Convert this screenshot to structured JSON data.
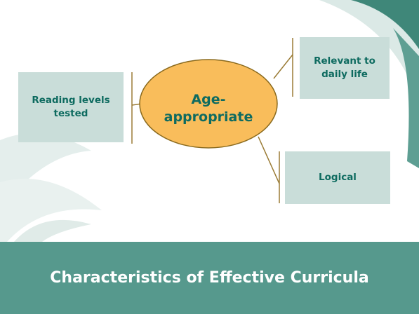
{
  "diagram": {
    "center": "Age-\nappropriate",
    "nodes": [
      {
        "id": "left",
        "label": "Reading levels tested"
      },
      {
        "id": "right-top",
        "label": "Relevant to daily life"
      },
      {
        "id": "right-bottom",
        "label": "Logical"
      }
    ]
  },
  "footer": {
    "title": "Characteristics of Effective Curricula"
  },
  "colors": {
    "ellipse_fill": "#f9bd5b",
    "ellipse_stroke": "#8a6a1e",
    "box_fill": "#c9ddd9",
    "text": "#0e6b60",
    "banner": "#56998d",
    "connector": "#9a7b35"
  }
}
